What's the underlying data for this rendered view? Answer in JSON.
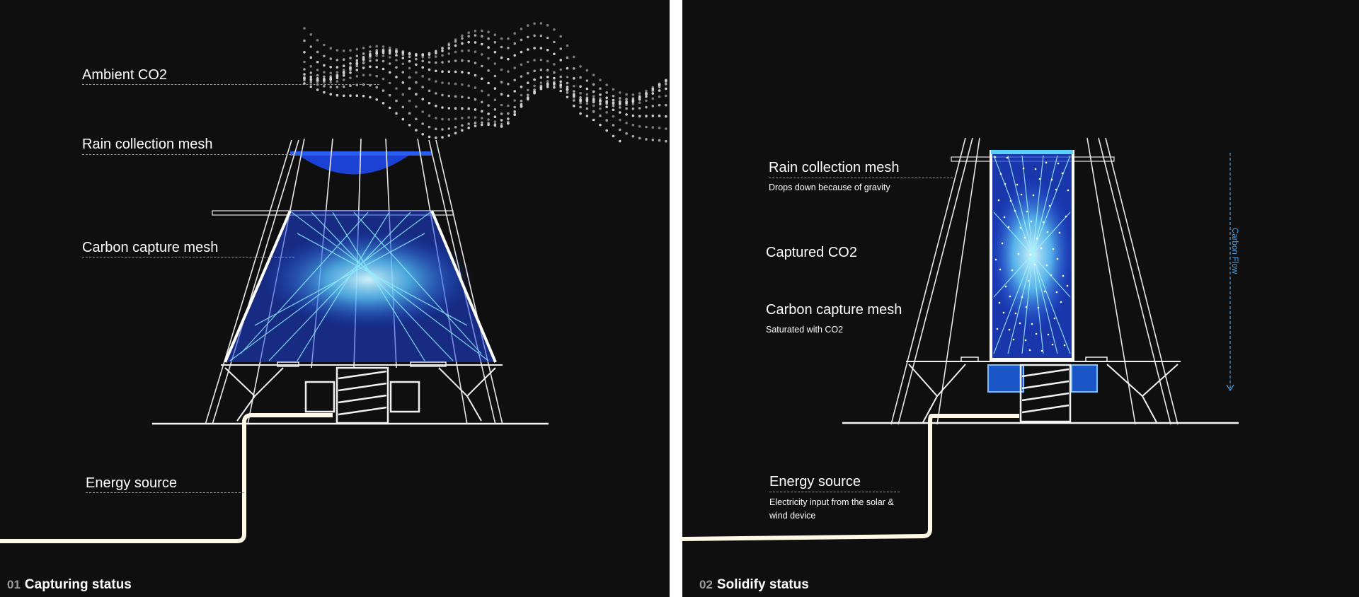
{
  "panels": [
    {
      "number": "01",
      "title": "Capturing status",
      "labels": {
        "ambient": "Ambient CO2",
        "rain_mesh": "Rain collection mesh",
        "carbon_mesh": "Carbon capture mesh",
        "energy": "Energy source"
      }
    },
    {
      "number": "02",
      "title": "Solidify status",
      "labels": {
        "rain_mesh": "Rain collection mesh",
        "rain_mesh_note": "Drops down because of gravity",
        "captured": "Captured CO2",
        "carbon_mesh": "Carbon capture mesh",
        "carbon_mesh_note": "Saturated with CO2",
        "energy": "Energy source",
        "energy_note": "Electricity input from the solar & wind device",
        "flow": "Carbon Flow"
      }
    }
  ],
  "colors": {
    "background": "#0f0f0f",
    "mesh_blue": "#1d44e0",
    "glow": "#7fe8ff",
    "flow_arrow": "#4aa3e8",
    "pipe": "#fff8e6"
  }
}
